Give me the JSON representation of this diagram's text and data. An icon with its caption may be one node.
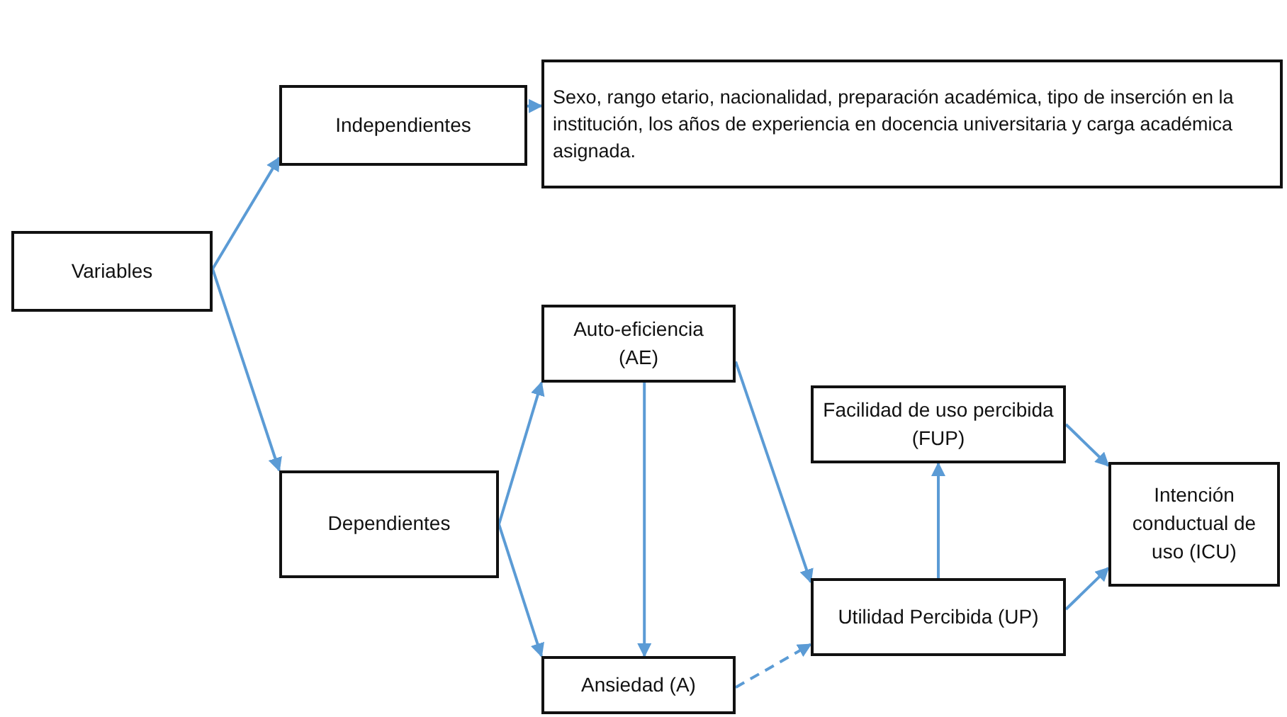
{
  "diagram": {
    "nodes": [
      {
        "text": [
          "Variables"
        ]
      },
      {
        "text": [
          "Independientes"
        ]
      },
      {
        "text": [
          "Sexo, rango etario, nacionalidad, preparación académica, tipo de inserción en la institución, los años de experiencia en docencia universitaria y carga académica asignada."
        ]
      },
      {
        "text": [
          "Dependientes"
        ]
      },
      {
        "text": [
          "Auto-eficiencia (AE)"
        ]
      },
      {
        "text": [
          "Ansiedad (A)"
        ]
      },
      {
        "text": [
          "Facilidad de uso percibida (FUP)"
        ]
      },
      {
        "text": [
          "Utilidad Percibida (UP)"
        ]
      },
      {
        "text": [
          "Intención conductual de uso (ICU)"
        ]
      }
    ],
    "edges": [
      {
        "from": 0,
        "to": 1,
        "arrow": "to"
      },
      {
        "from": 0,
        "to": 3,
        "arrow": "to"
      },
      {
        "from": 1,
        "to": 2,
        "arrow": "to"
      },
      {
        "from": 3,
        "to": 4,
        "arrow": "to"
      },
      {
        "from": 3,
        "to": 5,
        "arrow": "to"
      },
      {
        "from": 4,
        "to": 5,
        "arrow": "to"
      },
      {
        "from": 4,
        "to": 7,
        "arrow": "to"
      },
      {
        "from": 5,
        "to": 7,
        "arrow": "to",
        "style": "dashed"
      },
      {
        "from": 7,
        "to": 6,
        "arrow": "to"
      },
      {
        "from": 6,
        "to": 8,
        "arrow": "to"
      },
      {
        "from": 7,
        "to": 8,
        "arrow": "to"
      }
    ]
  }
}
